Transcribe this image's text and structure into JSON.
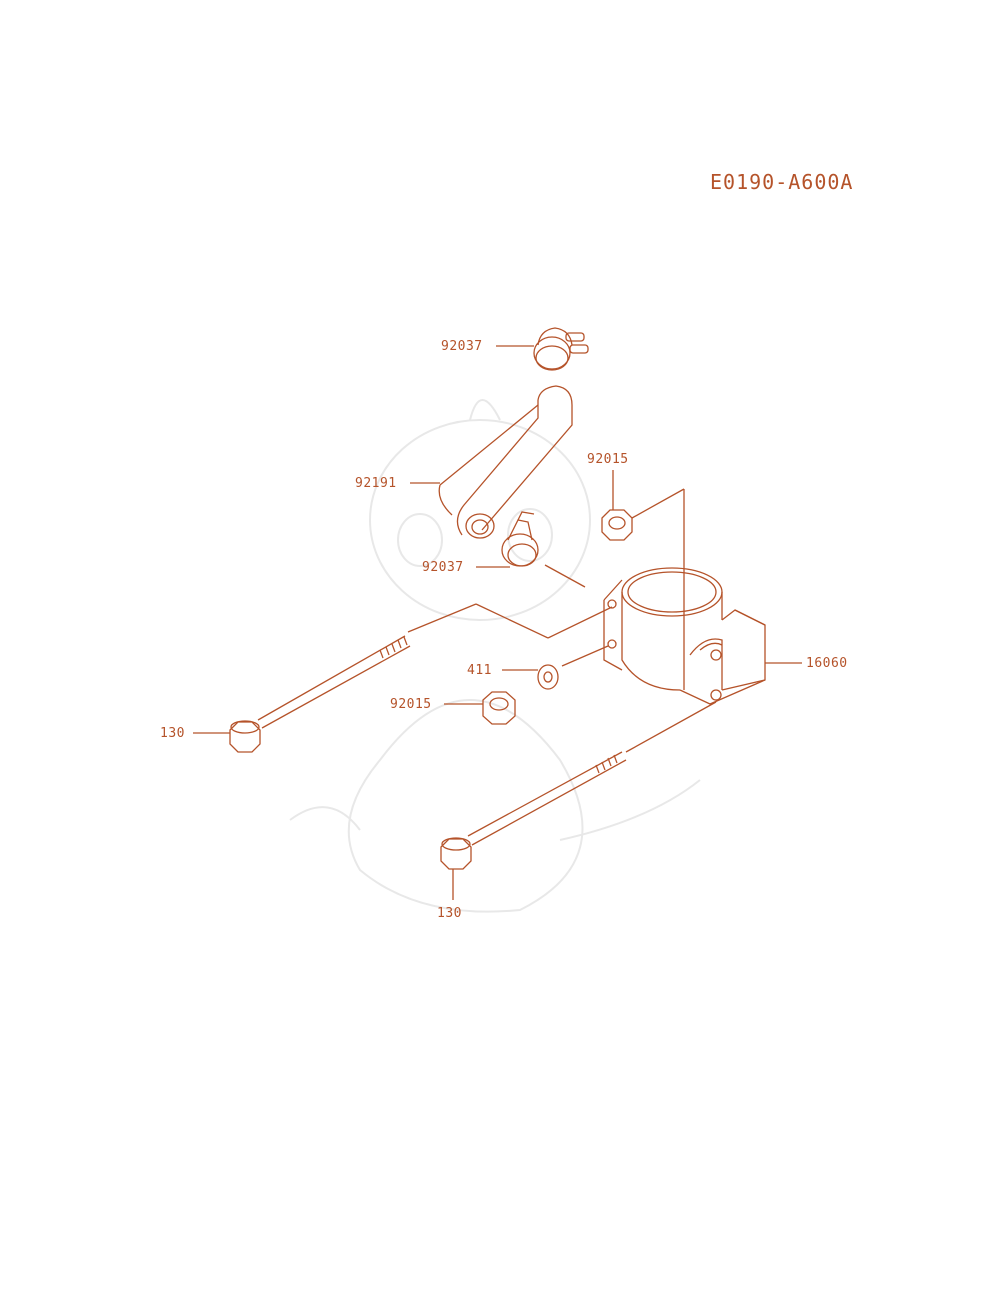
{
  "diagram": {
    "code": "E0190-A600A",
    "colors": {
      "ink": "#b5532a",
      "watermark": "#e6e6e6"
    },
    "labels": {
      "clamp_top": "92037",
      "hose": "92191",
      "nut_top": "92015",
      "clamp_mid": "92037",
      "washer": "411",
      "housing": "16060",
      "nut_bottom": "92015",
      "bolt_left": "130",
      "bolt_bottom": "130"
    }
  }
}
